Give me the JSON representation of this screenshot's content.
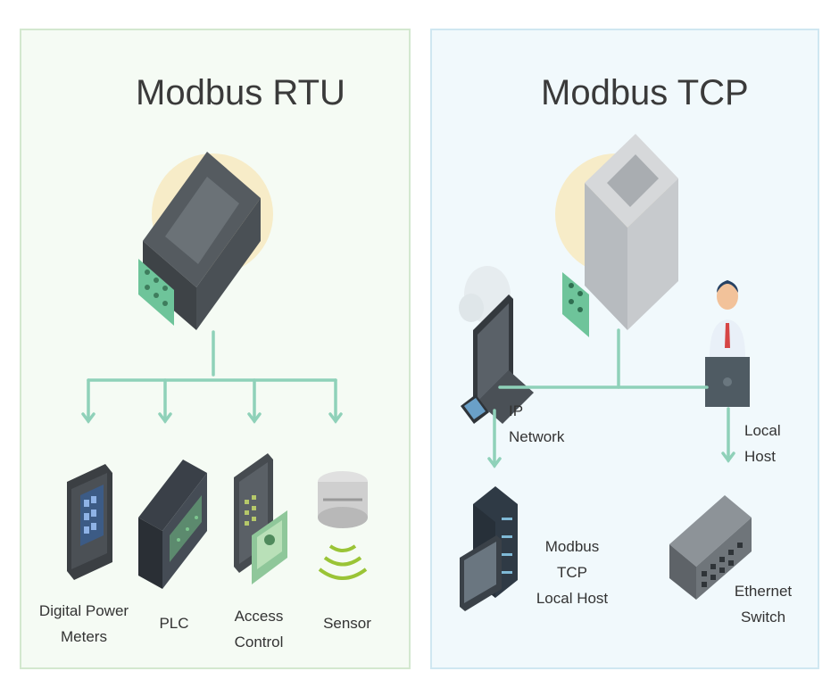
{
  "rtu": {
    "title": "Modbus RTU",
    "devices": [
      {
        "label": "Digital Power\nMeters",
        "icon": "power-meter-icon"
      },
      {
        "label": "PLC",
        "icon": "plc-icon"
      },
      {
        "label": "Access\nControl",
        "icon": "access-control-icon"
      },
      {
        "label": "Sensor",
        "icon": "sensor-icon"
      }
    ],
    "gateway_icon": "modbus-rtu-gateway-icon"
  },
  "tcp": {
    "title": "Modbus TCP",
    "labels": {
      "ip_network": "IP Network",
      "local_host": "Local Host",
      "modbus_tcp_local_host": "Modbus TCP\nLocal Host",
      "ethernet_switch": "Ethernet\nSwitch"
    },
    "gateway_icon": "modbus-tcp-gateway-icon"
  },
  "colors": {
    "connector": "#8fd1b9",
    "highlight_circle": "#f7ecc8",
    "rtu_panel_bg": "#f5fbf4",
    "tcp_panel_bg": "#f1f9fc",
    "terminal_green": "#6ec49a"
  }
}
